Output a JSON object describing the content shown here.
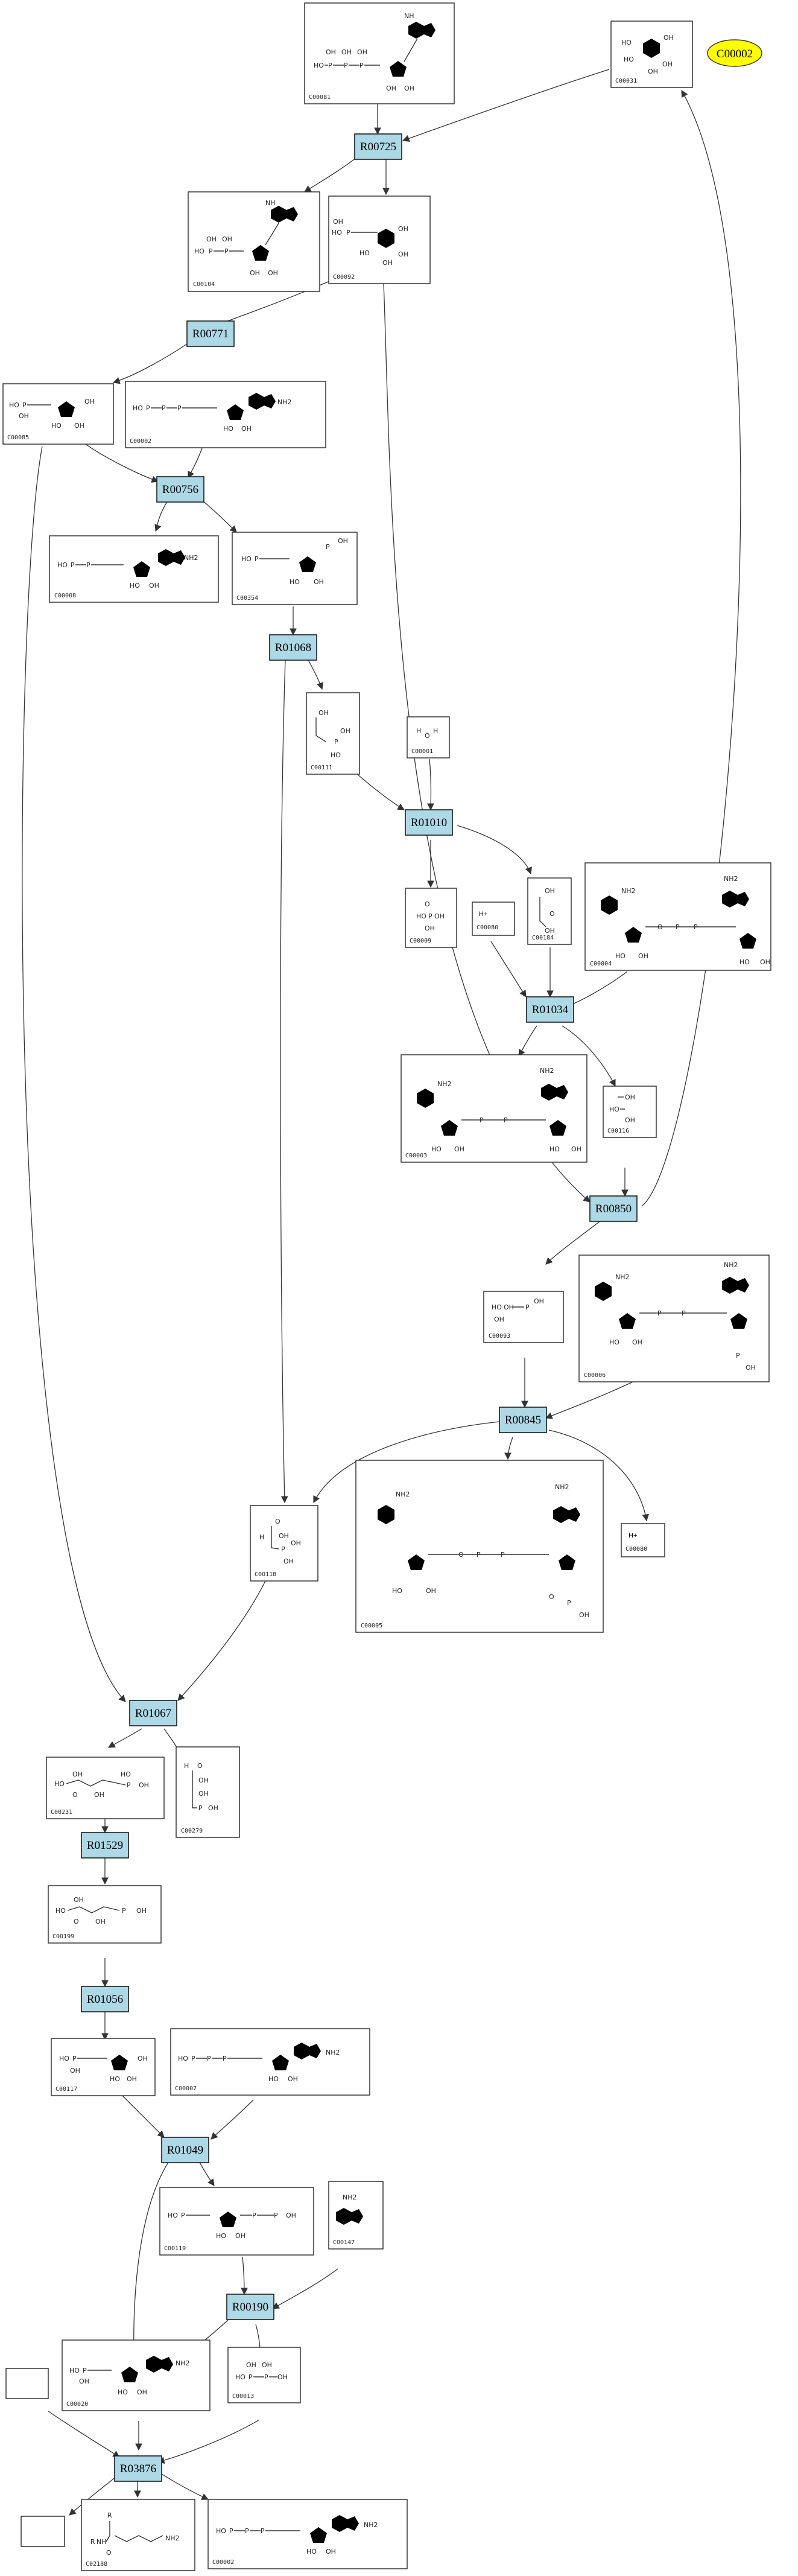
{
  "reactions": [
    {
      "key": "r1",
      "label": "R00725"
    },
    {
      "key": "r2",
      "label": "R00771"
    },
    {
      "key": "r3",
      "label": "R00756"
    },
    {
      "key": "r4",
      "label": "R01068"
    },
    {
      "key": "r5",
      "label": "R01010"
    },
    {
      "key": "r6",
      "label": "R01034"
    },
    {
      "key": "r7",
      "label": "R00850"
    },
    {
      "key": "r8",
      "label": "R00845"
    },
    {
      "key": "r9",
      "label": "R01067"
    },
    {
      "key": "r10",
      "label": "R01529"
    },
    {
      "key": "r11",
      "label": "R01056"
    },
    {
      "key": "r12",
      "label": "R01049"
    },
    {
      "key": "r13",
      "label": "R00190"
    },
    {
      "key": "r14",
      "label": "R03876"
    }
  ],
  "compounds": [
    {
      "key": "c_imp_top",
      "id": "C00081"
    },
    {
      "key": "c_sugar_top",
      "id": "C00031"
    },
    {
      "key": "c_imp2",
      "id": "C00104"
    },
    {
      "key": "c_g6p",
      "id": "C00092"
    },
    {
      "key": "c_f6p",
      "id": "C00085"
    },
    {
      "key": "c_atp1",
      "id": "C00002"
    },
    {
      "key": "c_adp1",
      "id": "C00008"
    },
    {
      "key": "c_fbp",
      "id": "C00354"
    },
    {
      "key": "c_dhap",
      "id": "C00111"
    },
    {
      "key": "c_water",
      "id": "C00001"
    },
    {
      "key": "c_pi",
      "id": "C00009"
    },
    {
      "key": "c_hplus1",
      "id": "C00080"
    },
    {
      "key": "c_glyc",
      "id": "C00184"
    },
    {
      "key": "c_nadh",
      "id": "C00004"
    },
    {
      "key": "c_nad",
      "id": "C00003"
    },
    {
      "key": "c_glycerol",
      "id": "C00116"
    },
    {
      "key": "c_glc",
      "id": "C00093"
    },
    {
      "key": "c_nadph",
      "id": "C00006"
    },
    {
      "key": "c_nadp",
      "id": "C00005"
    },
    {
      "key": "c_hplus2",
      "id": "C00080"
    },
    {
      "key": "c_g3p",
      "id": "C00118"
    },
    {
      "key": "c_s7p",
      "id": "C00231"
    },
    {
      "key": "c_e4p",
      "id": "C00279"
    },
    {
      "key": "c_r5p",
      "id": "C00199"
    },
    {
      "key": "c_rib",
      "id": "C00117"
    },
    {
      "key": "c_atp2",
      "id": "C00002"
    },
    {
      "key": "c_prpp",
      "id": "C00119"
    },
    {
      "key": "c_ade",
      "id": "C00147"
    },
    {
      "key": "c_amp",
      "id": "C00020"
    },
    {
      "key": "c_ppi",
      "id": "C00013"
    },
    {
      "key": "c_lys",
      "id": "C02188"
    },
    {
      "key": "c_atp3",
      "id": "C00002"
    }
  ],
  "highlight": {
    "label": "C00002",
    "color": "#ffff00"
  },
  "colors": {
    "reaction_fill": "#add8e6",
    "edge": "#333333"
  },
  "atom_labels": {
    "oh": "OH",
    "ho": "HO",
    "o": "O",
    "nh": "NH",
    "nh2": "NH2",
    "n": "N",
    "p": "P",
    "hplus": "H+",
    "h": "H",
    "r": "R"
  }
}
